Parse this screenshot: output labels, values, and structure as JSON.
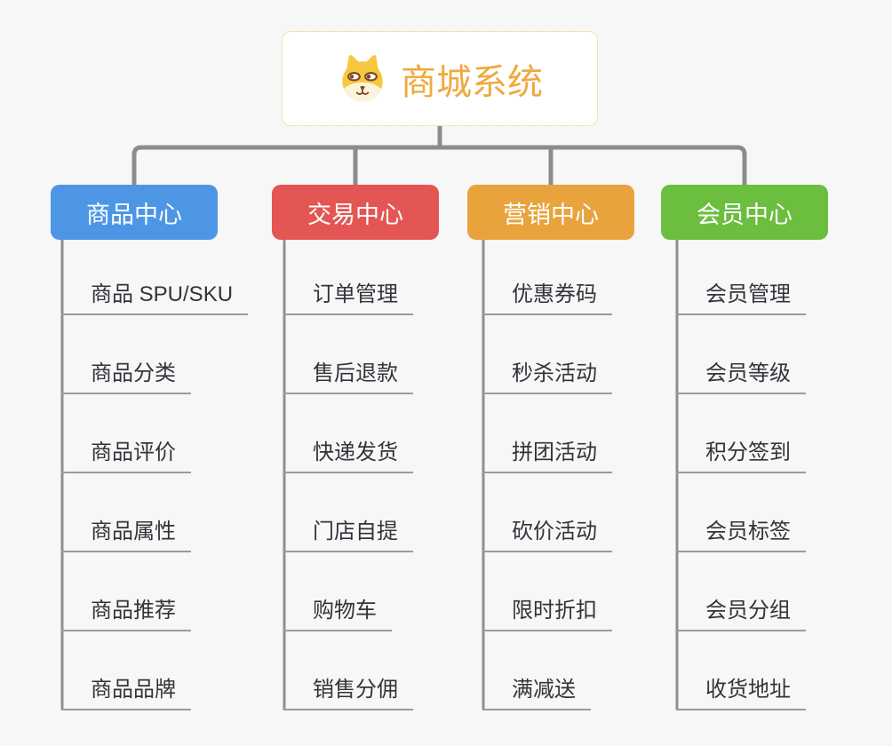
{
  "canvas": {
    "background": "#F7F7F7"
  },
  "root": {
    "label": "商城系统",
    "icon": "shiba-dog-icon",
    "text_color": "#EFA93F",
    "border_color": "#EFC06B"
  },
  "branches": [
    {
      "label": "商品中心",
      "color": "#4D96E6",
      "children": [
        "商品 SPU/SKU",
        "商品分类",
        "商品评价",
        "商品属性",
        "商品推荐",
        "商品品牌"
      ]
    },
    {
      "label": "交易中心",
      "color": "#E35654",
      "children": [
        "订单管理",
        "售后退款",
        "快递发货",
        "门店自提",
        "购物车",
        "销售分佣"
      ]
    },
    {
      "label": "营销中心",
      "color": "#E8A33D",
      "children": [
        "优惠券码",
        "秒杀活动",
        "拼团活动",
        "砍价活动",
        "限时折扣",
        "满减送"
      ]
    },
    {
      "label": "会员中心",
      "color": "#6BBE3E",
      "children": [
        "会员管理",
        "会员等级",
        "积分签到",
        "会员标签",
        "会员分组",
        "收货地址"
      ]
    }
  ],
  "connectors": {
    "tree_color": "#8C8C8C",
    "underline_color": "#9B9B9B"
  }
}
